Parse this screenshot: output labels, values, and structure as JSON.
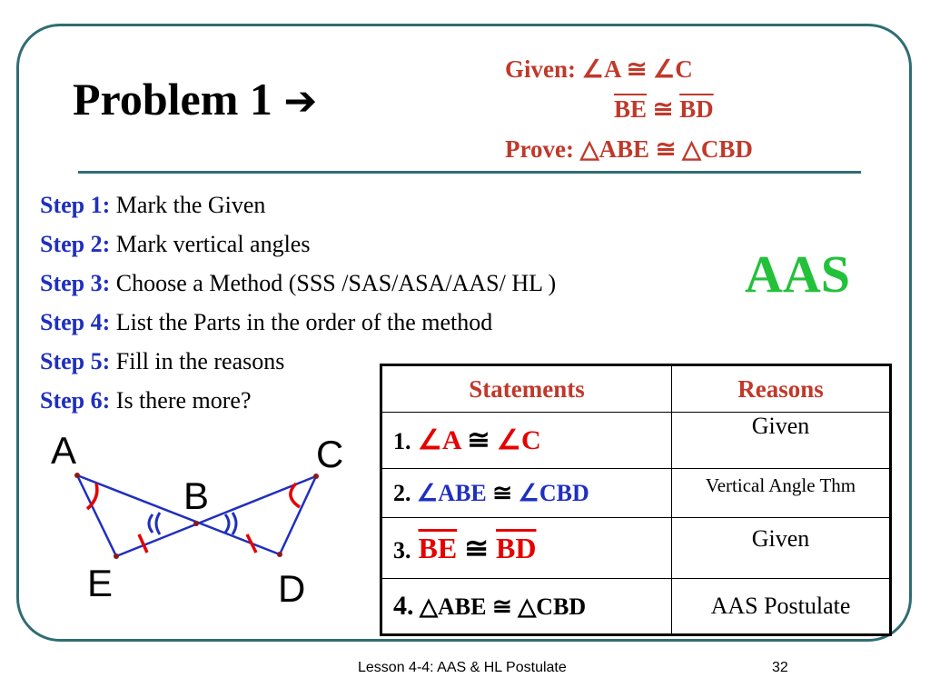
{
  "slide": {
    "title": "Problem 1",
    "title_arrow": "➔",
    "given": {
      "given_label": "Given:",
      "line1": "∠A ≅ ∠C",
      "line2_seg1": "BE",
      "line2_cong": "≅",
      "line2_seg2": "BD",
      "prove_label": "Prove:",
      "prove_stmt": "△ABE ≅ △CBD"
    },
    "steps": [
      {
        "label": "Step 1:",
        "text": "Mark the Given"
      },
      {
        "label": "Step 2:",
        "text": "Mark vertical angles"
      },
      {
        "label": "Step 3:",
        "text": "Choose a Method (SSS /SAS/ASA/AAS/ HL )"
      },
      {
        "label": "Step 4:",
        "text": "List the Parts in the order of the method"
      },
      {
        "label": "Step 5:",
        "text": "Fill in the reasons"
      },
      {
        "label": "Step 6:",
        "text": "Is there more?"
      }
    ],
    "method": "AAS",
    "table": {
      "header_statements": "Statements",
      "header_reasons": "Reasons",
      "rows": [
        {
          "num": "1.",
          "a": "∠A",
          "cong": "≅",
          "b": "∠C",
          "reason": "Given"
        },
        {
          "num": "2.",
          "a": "∠ABE",
          "cong": "≅",
          "b": "∠CBD",
          "reason": "Vertical Angle Thm"
        },
        {
          "num": "3.",
          "a": "BE",
          "cong": "≅",
          "b": "BD",
          "reason": "Given"
        },
        {
          "num": "4.",
          "a": "△ABE",
          "cong": "≅",
          "b": "△CBD",
          "reason": "AAS Postulate"
        }
      ]
    },
    "figure": {
      "labels": {
        "A": "A",
        "B": "B",
        "C": "C",
        "D": "D",
        "E": "E"
      },
      "mark_color": "#e60000",
      "arc_color": "#1f2fbf"
    },
    "footer": {
      "lesson": "Lesson 4-4: AAS & HL Postulate",
      "page": "32"
    }
  }
}
